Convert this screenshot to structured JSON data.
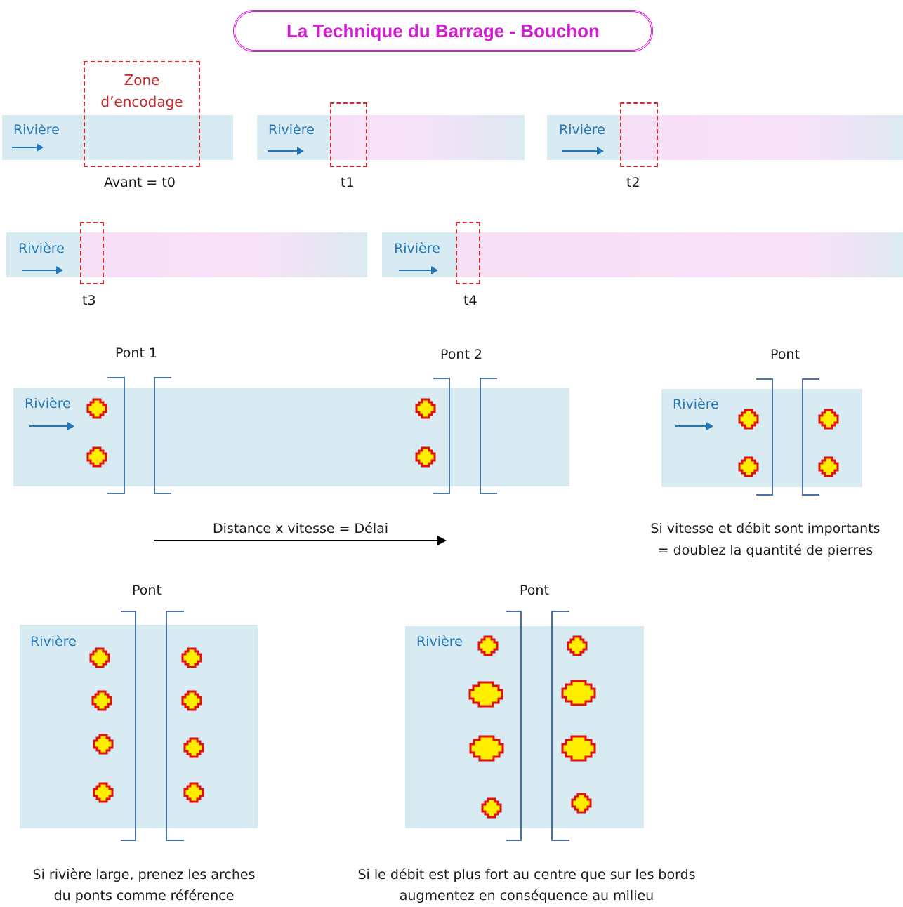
{
  "title": "La Technique du Barrage - Bouchon",
  "river_label": "Rivière",
  "encoding_zone_label": "Zone d’encodage",
  "steps": [
    "Avant = t0",
    "t1",
    "t2",
    "t3",
    "t4"
  ],
  "bridge_labels": {
    "pont1": "Pont 1",
    "pont2": "Pont 2",
    "pont": "Pont"
  },
  "delay_label": "Distance x vitesse = Délai",
  "captions": {
    "double_stones_line1": "Si vitesse et débit sont importants",
    "double_stones_line2": "= doublez la quantité de pierres",
    "wide_river_line1": "Si rivière large, prenez les arches",
    "wide_river_line2": "du ponts comme référence",
    "center_flow_line1": "Si le débit est plus fort au centre que sur les bords",
    "center_flow_line2": "augmentez en conséquence au milieu"
  },
  "colors": {
    "title": "#d21fcf",
    "river": "#d9ebf2",
    "label": "#2376b7",
    "zone": "#d42b2b",
    "stone_fill": "#ffee00",
    "stone_outline": "#e01010",
    "bridge": "#4a74a8"
  },
  "icons": [
    "stone-icon",
    "arrow-right-icon",
    "bridge-bracket-icon"
  ]
}
